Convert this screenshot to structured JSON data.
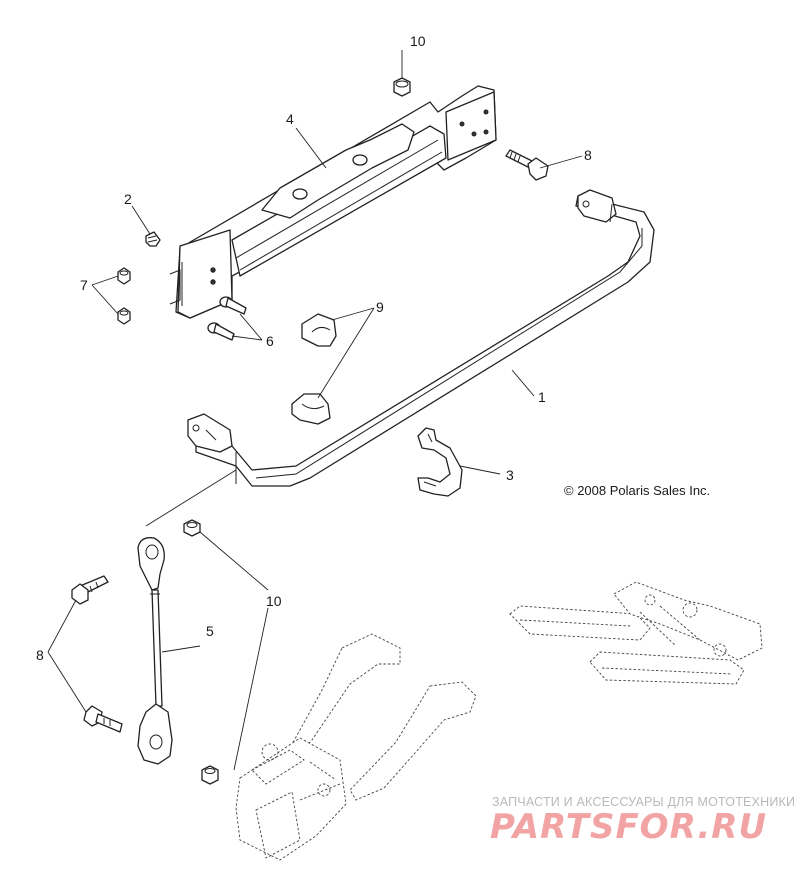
{
  "callouts": {
    "c1": "1",
    "c2": "2",
    "c3": "3",
    "c4": "4",
    "c5": "5",
    "c6": "6",
    "c7": "7",
    "c8a": "8",
    "c8b": "8",
    "c9": "9",
    "c10a": "10",
    "c10b": "10"
  },
  "copyright": "© 2008 Polaris Sales Inc.",
  "watermark": {
    "tagline": "ЗАПЧАСТИ И АКСЕССУАРЫ ДЛЯ МОТОТЕХНИКИ",
    "brand": "PARTSFOR.RU"
  },
  "colors": {
    "line": "#222222",
    "watermark_text": "#b9b9b9",
    "watermark_brand": "#f2a3a3"
  }
}
